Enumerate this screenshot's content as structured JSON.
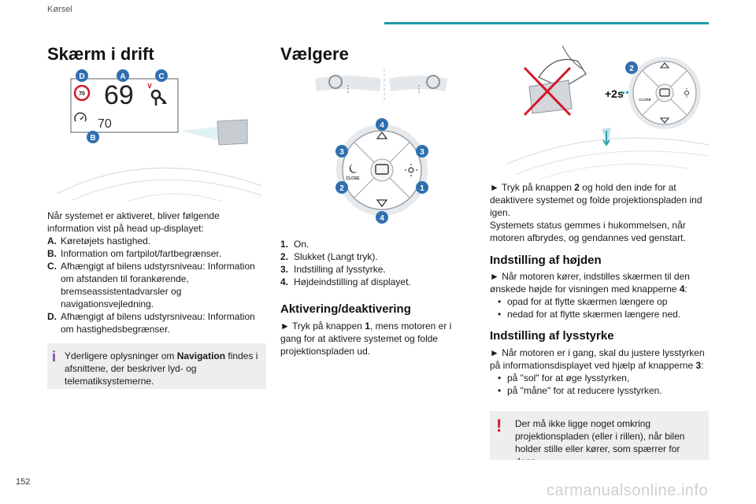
{
  "header": {
    "section": "Kørsel",
    "accent": "#1e9aa8"
  },
  "page_number": "152",
  "watermark": "carmanualsonline.info",
  "col1": {
    "title": "Skærm i drift",
    "display": {
      "speed": "69",
      "speed_limit": "70",
      "cruise_speed": "70"
    },
    "callouts": [
      "D",
      "A",
      "C",
      "B"
    ],
    "intro": "Når systemet er aktiveret, bliver følgende information vist på head up-displayet:",
    "items": [
      {
        "key": "A.",
        "text": "Køretøjets hastighed."
      },
      {
        "key": "B.",
        "text": "Information om fartpilot/fartbegrænser."
      },
      {
        "key": "C.",
        "text": "Afhængigt af bilens udstyrsniveau: Information om afstanden til forankørende, bremseassistentadvarsler og navigationsvejledning."
      },
      {
        "key": "D.",
        "text": "Afhængigt af bilens udstyrsniveau: Information om hastighedsbegrænser."
      }
    ],
    "info": {
      "pre": "Yderligere oplysninger om ",
      "bold": "Navigation",
      "post": " findes i afsnittene, der beskriver lyd- og telematiksystemerne."
    }
  },
  "col2": {
    "title": "Vælgere",
    "numbers": [
      "4",
      "3",
      "3",
      "2",
      "1",
      "4"
    ],
    "close_label": "CLOSE",
    "list": [
      {
        "key": "1.",
        "text": "On."
      },
      {
        "key": "2.",
        "text": "Slukket (Langt tryk)."
      },
      {
        "key": "3.",
        "text": "Indstilling af lysstyrke."
      },
      {
        "key": "4.",
        "text": "Højdeindstilling af displayet."
      }
    ],
    "sub_title": "Aktivering/deaktivering",
    "para": {
      "pre": "► Tryk på knappen ",
      "bold": "1",
      "post": ", mens motoren er i gang for at aktivere systemet og folde projektionspladen ud."
    }
  },
  "col3": {
    "hold_label": "+2s",
    "number_label": "2",
    "close_label": "CLOSE",
    "para1": {
      "pre": "► Tryk på knappen ",
      "bold": "2",
      "post": " og hold den inde for at deaktivere systemet og folde projektionspladen ind igen."
    },
    "para2": "Systemets status gemmes i hukommelsen, når motoren afbrydes, og gendannes ved genstart.",
    "height_title": "Indstilling af højden",
    "height_para": {
      "pre": "► Når motoren kører, indstilles skærmen til den ønskede højde for visningen med knapperne ",
      "bold": "4",
      "post": ":"
    },
    "height_bullets": [
      "opad for at flytte skærmen længere op",
      "nedad for at flytte skærmen længere ned."
    ],
    "bright_title": "Indstilling af lysstyrke",
    "bright_para": {
      "pre": "► Når motoren er i gang, skal du justere lysstyrken på informationsdisplayet ved hjælp af knapperne ",
      "bold": "3",
      "post": ":"
    },
    "bright_bullets": [
      "på \"sol\" for at øge lysstyrken,",
      "på \"måne\" for at reducere lysstyrken."
    ],
    "warning": "Der må ikke ligge noget omkring projektionspladen (eller i rillen), når bilen holder stille eller kører, som spærrer for dens"
  },
  "colors": {
    "callout": "#2f6fb0",
    "warning": "#d4172a",
    "info": "#8a3ca8"
  }
}
